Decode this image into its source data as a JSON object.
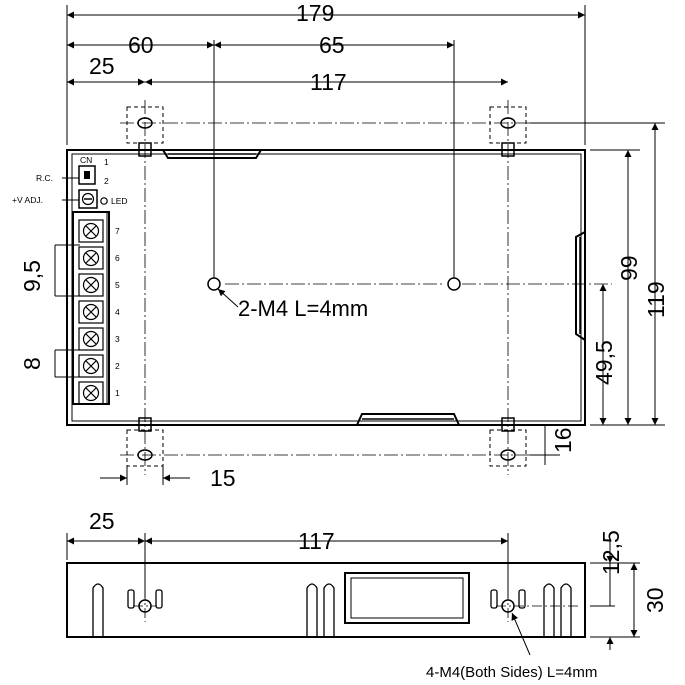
{
  "dimensions": {
    "overall_length": "179",
    "hole_offset_60": "60",
    "hole_spacing_65": "65",
    "side_offset_25": "25",
    "mount_spacing_117": "117",
    "overall_width": "119",
    "inner_width_99": "99",
    "center_49_5": "49,5",
    "foot_16": "16",
    "foot_15": "15",
    "terminal_pitch_9_5": "9,5",
    "terminal_pitch_8": "8",
    "side_offset_25_bottom": "25",
    "mount_spacing_117_bottom": "117",
    "height_12_5": "12,5",
    "height_30": "30"
  },
  "labels": {
    "cn": "CN",
    "cn_pin1": "1",
    "cn_pin2": "2",
    "rc": "R.C.",
    "v_adj": "+V ADJ.",
    "led": "LED",
    "terminals": [
      "7",
      "6",
      "5",
      "4",
      "3",
      "2",
      "1"
    ],
    "top_hole_callout": "2-M4 L=4mm",
    "side_hole_callout": "4-M4(Both Sides) L=4mm"
  }
}
